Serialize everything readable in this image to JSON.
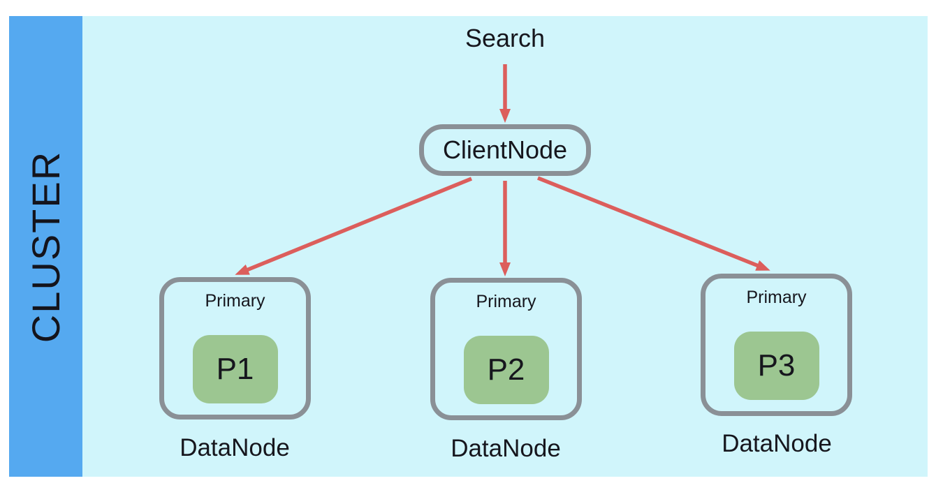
{
  "sidebar": {
    "label": "CLUSTER"
  },
  "search": {
    "label": "Search"
  },
  "client_node": {
    "label": "ClientNode"
  },
  "data_nodes": [
    {
      "role": "Primary",
      "shard": "P1",
      "caption": "DataNode"
    },
    {
      "role": "Primary",
      "shard": "P2",
      "caption": "DataNode"
    },
    {
      "role": "Primary",
      "shard": "P3",
      "caption": "DataNode"
    }
  ],
  "colors": {
    "sidebar_blue": "#55A9F0",
    "panel_cyan": "#D0F5FB",
    "shard_green": "#9CC691",
    "arrow_red": "#DC5E5C",
    "node_border_gray": "#8A9096",
    "text_dark": "#16161D"
  }
}
